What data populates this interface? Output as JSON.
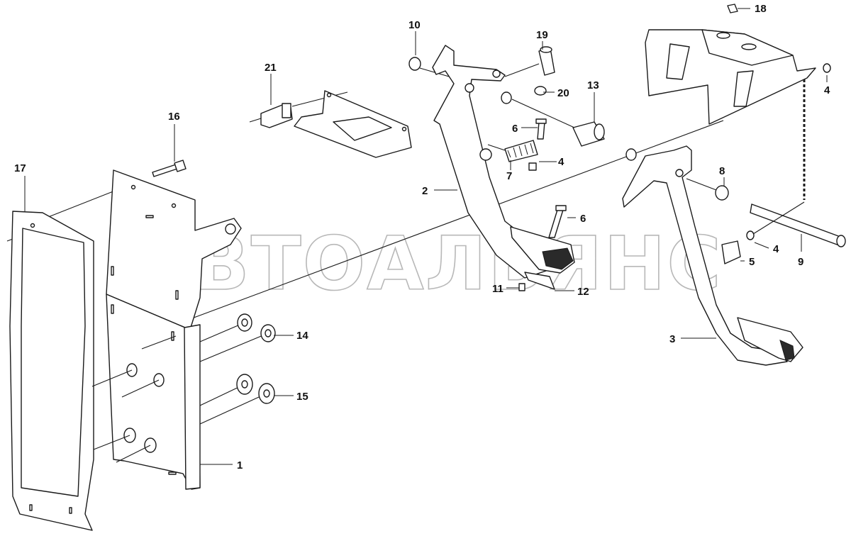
{
  "watermark": "АВТОАЛЬЯНС",
  "callouts": [
    {
      "id": "c1",
      "label": "1"
    },
    {
      "id": "c2",
      "label": "2"
    },
    {
      "id": "c3",
      "label": "3"
    },
    {
      "id": "c4a",
      "label": "4"
    },
    {
      "id": "c4b",
      "label": "4"
    },
    {
      "id": "c4c",
      "label": "4"
    },
    {
      "id": "c5",
      "label": "5"
    },
    {
      "id": "c6a",
      "label": "6"
    },
    {
      "id": "c6b",
      "label": "6"
    },
    {
      "id": "c7",
      "label": "7"
    },
    {
      "id": "c8",
      "label": "8"
    },
    {
      "id": "c9",
      "label": "9"
    },
    {
      "id": "c10",
      "label": "10"
    },
    {
      "id": "c11",
      "label": "11"
    },
    {
      "id": "c12",
      "label": "12"
    },
    {
      "id": "c13",
      "label": "13"
    },
    {
      "id": "c14",
      "label": "14"
    },
    {
      "id": "c15",
      "label": "15"
    },
    {
      "id": "c16",
      "label": "16"
    },
    {
      "id": "c17",
      "label": "17"
    },
    {
      "id": "c18",
      "label": "18"
    },
    {
      "id": "c19",
      "label": "19"
    },
    {
      "id": "c20",
      "label": "20"
    },
    {
      "id": "c21",
      "label": "21"
    }
  ]
}
